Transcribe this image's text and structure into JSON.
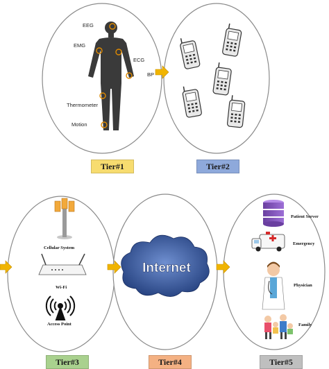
{
  "tiers": [
    {
      "label": "Tier#1",
      "color": "#f7dc6f"
    },
    {
      "label": "Tier#2",
      "color": "#8ea9db"
    },
    {
      "label": "Tier#3",
      "color": "#a9d18e"
    },
    {
      "label": "Tier#4",
      "color": "#f4b183"
    },
    {
      "label": "Tier#5",
      "color": "#bfbfbf"
    }
  ],
  "sensors": [
    "EEG",
    "EMG",
    "ECG",
    "BP",
    "Thermometer",
    "Motion"
  ],
  "network": [
    "Cellular System",
    "Wi-Fi",
    "Access Point"
  ],
  "cloud_label": "Internet",
  "services": [
    "Patient Server",
    "Emergency",
    "Physician",
    "Family"
  ],
  "colors": {
    "arrow": "#f0b400",
    "body": "#3a3a3a",
    "sensor": "#e08a00",
    "cloud": "#2e4a8a",
    "ellipse": "#8a8a8a"
  }
}
